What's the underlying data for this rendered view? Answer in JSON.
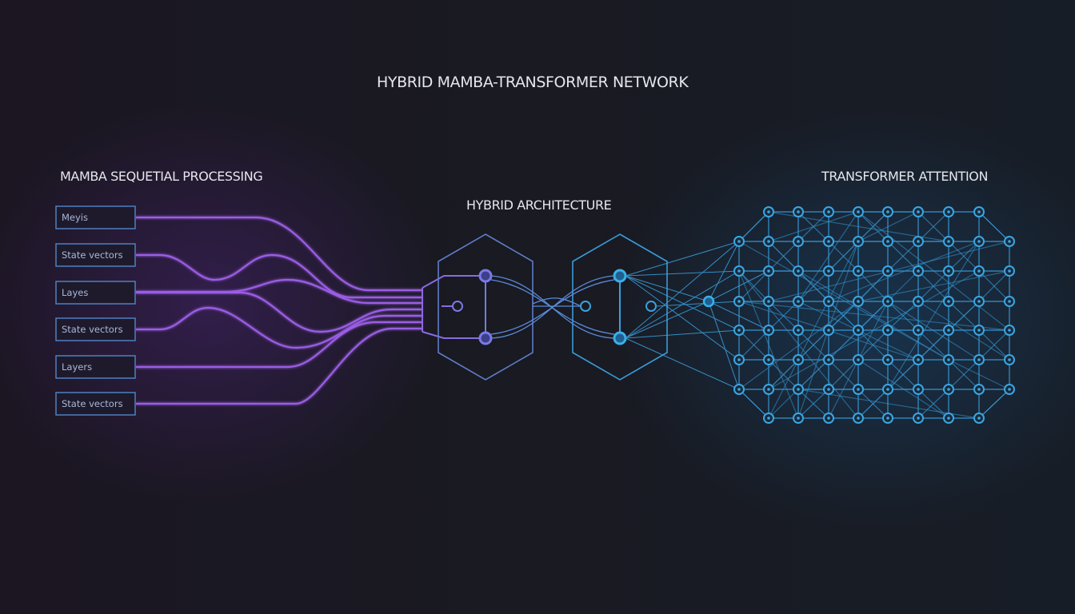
{
  "title": "HYBRID MAMBA-TRANSFORMER NETWORK",
  "sections": {
    "mamba": {
      "title": "MAMBA SEQUETIAL PROCESSING",
      "inputs": [
        "Meyis",
        "State vectors",
        "Layes",
        "State vectors",
        "Layers",
        "State vectors"
      ]
    },
    "hybrid": {
      "title": "HYBRID ARCHITECTURE"
    },
    "transformer": {
      "title": "TRANSFORMER ATTENTION"
    }
  },
  "colors": {
    "mamba_purple": "#9b5de5",
    "hybrid_indigo": "#6f7fd8",
    "box_border": "#4f7fc0",
    "transformer_blue": "#3aa0de",
    "background": "#1a1a22"
  },
  "icons": {
    "input-box": "rectangle",
    "node": "circle",
    "hex-block": "hexagon"
  }
}
